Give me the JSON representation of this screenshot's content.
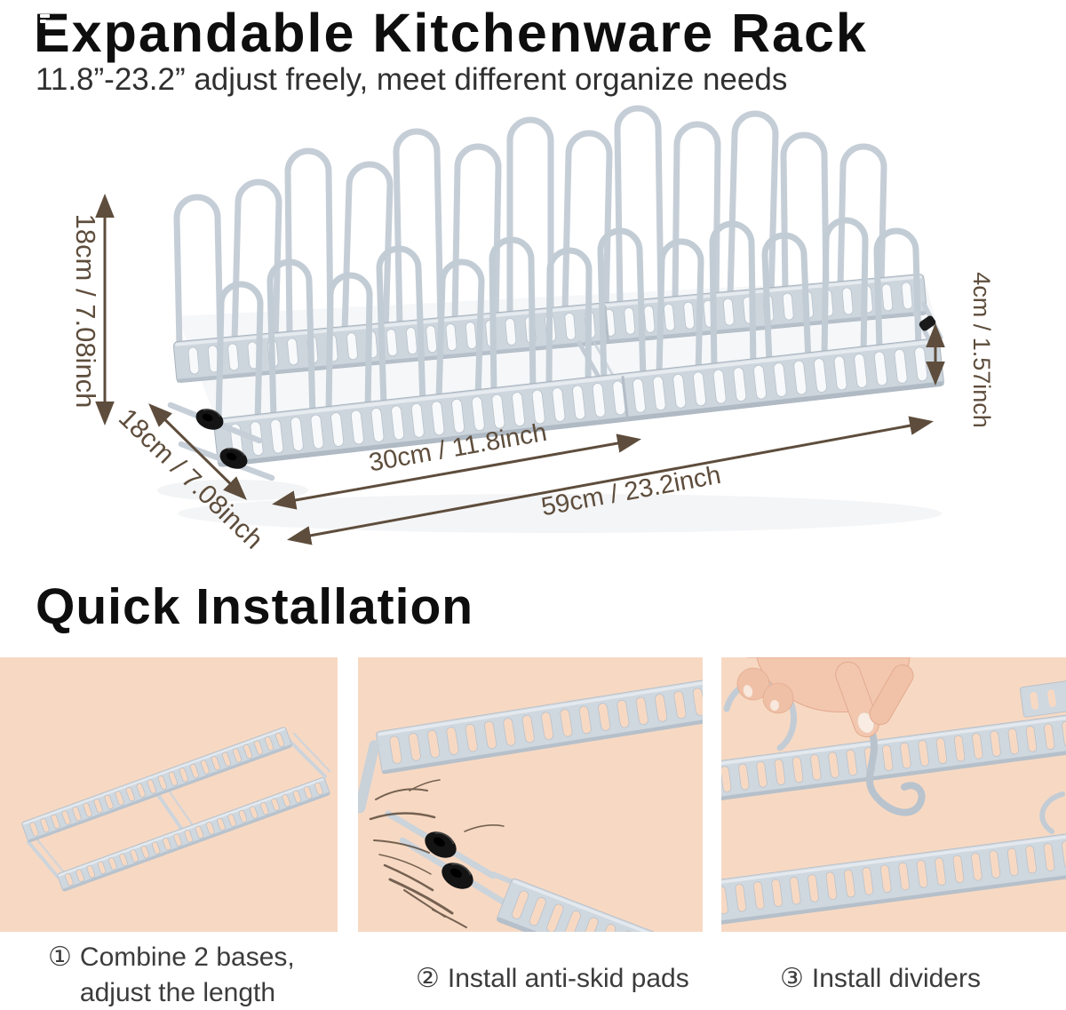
{
  "header": {
    "title": "Expandable Kitchenware Rack",
    "subtitle": "11.8”-23.2” adjust freely, meet different organize needs"
  },
  "diagram": {
    "height_label": "18cm / 7.08inch",
    "depth_label": "18cm / 7.08inch",
    "rail_height_label": "4cm / 1.57inch",
    "min_length_label": "30cm / 11.8inch",
    "max_length_label": "59cm / 23.2inch"
  },
  "installation": {
    "title": "Quick Installation",
    "steps": [
      {
        "number": "①",
        "line1": "Combine 2 bases,",
        "line2": "adjust the length"
      },
      {
        "number": "②",
        "line1": "Install anti-skid pads",
        "line2": ""
      },
      {
        "number": "③",
        "line1": "Install dividers",
        "line2": ""
      }
    ]
  },
  "colors": {
    "panel_background": "#f7d9c3",
    "dimension_annotation": "#5e4d3c",
    "rack_gray": "#cdd5dd",
    "pad_black": "#141414"
  }
}
